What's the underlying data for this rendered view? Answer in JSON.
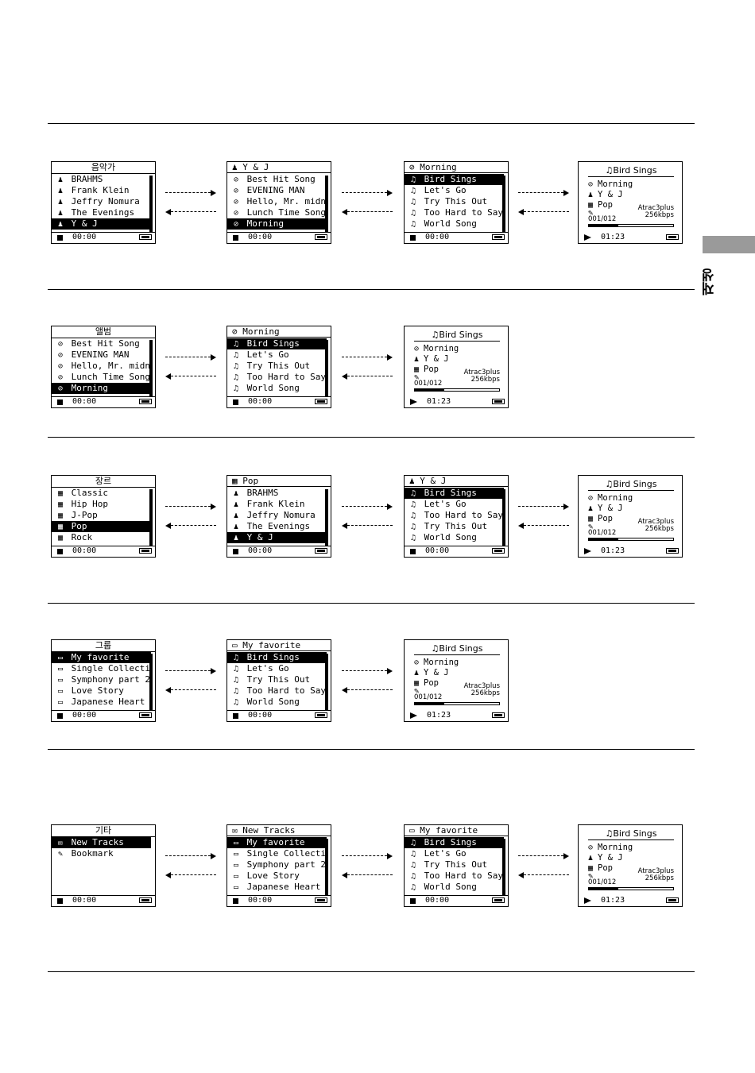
{
  "side_label": "재생",
  "icons": {
    "artist": "artist-icon",
    "album": "album-icon",
    "song": "song-icon",
    "genre": "genre-icon",
    "folder": "folder-icon",
    "new": "new-tracks-icon",
    "bookmark": "bookmark-icon"
  },
  "common": {
    "stop_time": "00:00",
    "play_time": "01:23",
    "playing": {
      "title": "♫Bird Sings",
      "album": "Morning",
      "artist": "Y & J",
      "genre": "Pop",
      "format": "Atrac3plus",
      "bitrate": "256kbps",
      "track_count": "001/012",
      "progress": 0.35
    }
  },
  "rows": [
    {
      "screens": [
        {
          "header": "음악가",
          "header_type": "center",
          "items": [
            {
              "icon": "artist",
              "label": "BRAHMS"
            },
            {
              "icon": "artist",
              "label": "Frank Klein"
            },
            {
              "icon": "artist",
              "label": "Jeffry Nomura"
            },
            {
              "icon": "artist",
              "label": "The Evenings"
            },
            {
              "icon": "artist",
              "label": "Y & J",
              "selected": true
            }
          ]
        },
        {
          "header": "Y & J",
          "header_icon": "artist",
          "header_type": "left",
          "items": [
            {
              "icon": "album",
              "label": "Best Hit Song"
            },
            {
              "icon": "album",
              "label": "EVENING MAN"
            },
            {
              "icon": "album",
              "label": "Hello, Mr. midni"
            },
            {
              "icon": "album",
              "label": "Lunch Time Song"
            },
            {
              "icon": "album",
              "label": "Morning",
              "selected": true
            }
          ]
        },
        {
          "header": "Morning",
          "header_icon": "album",
          "header_type": "left",
          "items": [
            {
              "icon": "song",
              "label": "Bird Sings",
              "selected": true
            },
            {
              "icon": "song",
              "label": "Let's Go"
            },
            {
              "icon": "song",
              "label": "Try This Out"
            },
            {
              "icon": "song",
              "label": "Too Hard to Say"
            },
            {
              "icon": "song",
              "label": "World Song"
            }
          ]
        },
        {
          "play": true
        }
      ]
    },
    {
      "screens": [
        {
          "header": "앨범",
          "header_type": "center",
          "items": [
            {
              "icon": "album",
              "label": "Best Hit Song"
            },
            {
              "icon": "album",
              "label": "EVENING MAN"
            },
            {
              "icon": "album",
              "label": "Hello, Mr. midni"
            },
            {
              "icon": "album",
              "label": "Lunch Time Song"
            },
            {
              "icon": "album",
              "label": "Morning",
              "selected": true
            }
          ]
        },
        {
          "header": "Morning",
          "header_icon": "album",
          "header_type": "left",
          "items": [
            {
              "icon": "song",
              "label": "Bird Sings",
              "selected": true
            },
            {
              "icon": "song",
              "label": "Let's Go"
            },
            {
              "icon": "song",
              "label": "Try This Out"
            },
            {
              "icon": "song",
              "label": "Too Hard to Say"
            },
            {
              "icon": "song",
              "label": "World Song"
            }
          ]
        },
        {
          "play": true
        }
      ]
    },
    {
      "screens": [
        {
          "header": "장르",
          "header_type": "center",
          "items": [
            {
              "icon": "genre",
              "label": "Classic"
            },
            {
              "icon": "genre",
              "label": "Hip Hop"
            },
            {
              "icon": "genre",
              "label": "J-Pop"
            },
            {
              "icon": "genre",
              "label": "Pop",
              "selected": true
            },
            {
              "icon": "genre",
              "label": "Rock"
            }
          ]
        },
        {
          "header": "Pop",
          "header_icon": "genre",
          "header_type": "left",
          "items": [
            {
              "icon": "artist",
              "label": "BRAHMS"
            },
            {
              "icon": "artist",
              "label": "Frank Klein"
            },
            {
              "icon": "artist",
              "label": "Jeffry Nomura"
            },
            {
              "icon": "artist",
              "label": "The Evenings"
            },
            {
              "icon": "artist",
              "label": "Y & J",
              "selected": true
            }
          ]
        },
        {
          "header": "Y & J",
          "header_icon": "artist",
          "header_type": "left",
          "items": [
            {
              "icon": "song",
              "label": "Bird Sings",
              "selected": true
            },
            {
              "icon": "song",
              "label": "Let's Go"
            },
            {
              "icon": "song",
              "label": "Too Hard to Say"
            },
            {
              "icon": "song",
              "label": "Try This Out"
            },
            {
              "icon": "song",
              "label": "World Song"
            }
          ]
        },
        {
          "play": true
        }
      ]
    },
    {
      "screens": [
        {
          "header": "그룹",
          "header_type": "center",
          "items": [
            {
              "icon": "folder",
              "label": "My favorite",
              "selected": true
            },
            {
              "icon": "folder",
              "label": "Single Collectio"
            },
            {
              "icon": "folder",
              "label": "Symphony part 2"
            },
            {
              "icon": "folder",
              "label": "Love Story"
            },
            {
              "icon": "folder",
              "label": "Japanese Heart"
            }
          ]
        },
        {
          "header": "My favorite",
          "header_icon": "folder",
          "header_type": "left",
          "items": [
            {
              "icon": "song",
              "label": "Bird Sings",
              "selected": true
            },
            {
              "icon": "song",
              "label": "Let's Go"
            },
            {
              "icon": "song",
              "label": "Try This Out"
            },
            {
              "icon": "song",
              "label": "Too Hard to Say"
            },
            {
              "icon": "song",
              "label": "World Song"
            }
          ]
        },
        {
          "play": true
        }
      ]
    },
    {
      "screens": [
        {
          "header": "기타",
          "header_type": "center",
          "noscroll": true,
          "items": [
            {
              "icon": "new",
              "label": "New Tracks",
              "selected": true
            },
            {
              "icon": "bookmark",
              "label": "Bookmark"
            }
          ]
        },
        {
          "header": "New Tracks",
          "header_icon": "new",
          "header_type": "left",
          "items": [
            {
              "icon": "folder",
              "label": "My favorite",
              "selected": true
            },
            {
              "icon": "folder",
              "label": "Single Collectio"
            },
            {
              "icon": "folder",
              "label": "Symphony part 2"
            },
            {
              "icon": "folder",
              "label": "Love Story"
            },
            {
              "icon": "folder",
              "label": "Japanese Heart"
            }
          ]
        },
        {
          "header": "My favorite",
          "header_icon": "folder",
          "header_type": "left",
          "items": [
            {
              "icon": "song",
              "label": "Bird Sings",
              "selected": true
            },
            {
              "icon": "song",
              "label": "Let's Go"
            },
            {
              "icon": "song",
              "label": "Try This Out"
            },
            {
              "icon": "song",
              "label": "Too Hard to Say"
            },
            {
              "icon": "song",
              "label": "World Song"
            }
          ]
        },
        {
          "play": true
        }
      ]
    }
  ]
}
